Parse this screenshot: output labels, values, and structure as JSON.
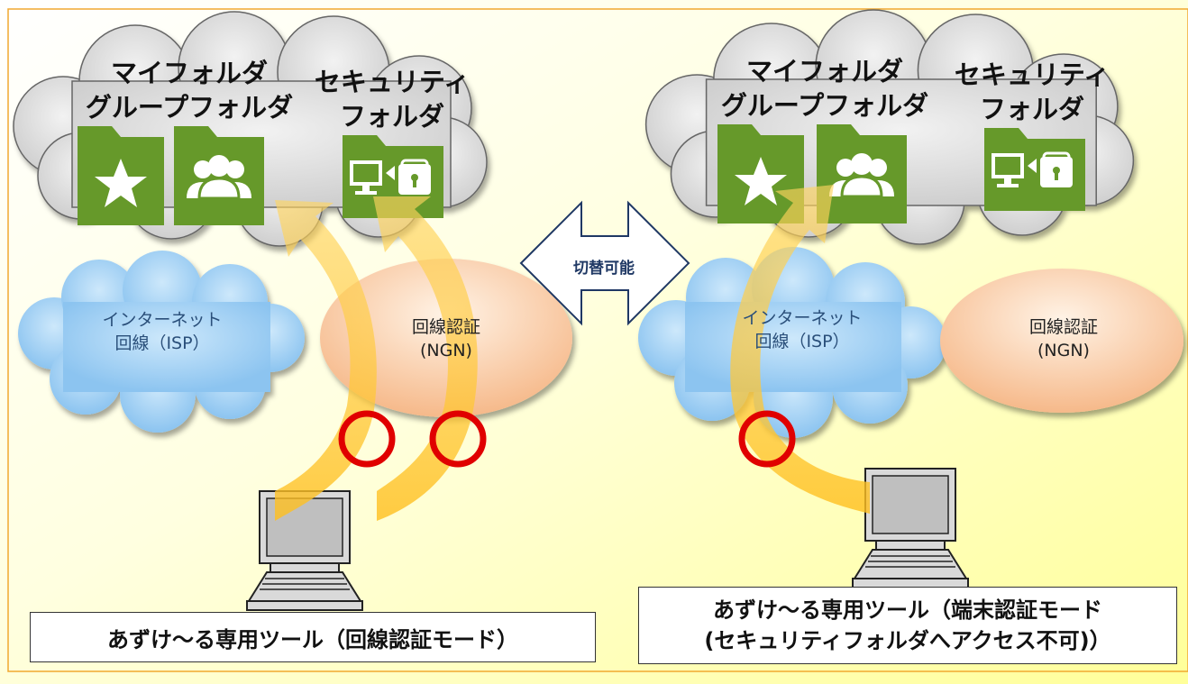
{
  "colors": {
    "background_gradient": [
      "#ffffff",
      "#ffffcc",
      "#ffff99"
    ],
    "frame_border": "#f0a830",
    "cloud_gray": "#d9d9d9",
    "cloud_blue": "#a6d2f5",
    "ngn_oval": "#fbd3b0",
    "folder_green": "#66992a",
    "arrow_yellow": "#ffc52d",
    "ring_red": "#e00000",
    "switch_arrow_stroke": "#1f3864"
  },
  "left_panel": {
    "my_folder_title": "マイフォルダ\nグループフォルダ",
    "security_folder_title": "セキュリティ\nフォルダ",
    "internet_label": "インターネット\n回線（ISP）",
    "ngn_label": "回線認証\n(NGN)",
    "folder_icons": [
      "star-icon",
      "group-icon",
      "security-device-icon"
    ],
    "caption": "あずけ～る専用ツール（回線認証モード）"
  },
  "switch_label": "切替可能",
  "right_panel": {
    "my_folder_title": "マイフォルダ\nグループフォルダ",
    "security_folder_title": "セキュリティ\nフォルダ",
    "internet_label": "インターネット\n回線（ISP）",
    "ngn_label": "回線認証\n(NGN)",
    "folder_icons": [
      "star-icon",
      "group-icon",
      "security-device-icon"
    ],
    "caption": "あずけ～る専用ツール（端末認証モード\n(セキュリティフォルダへアクセス不可)）"
  }
}
